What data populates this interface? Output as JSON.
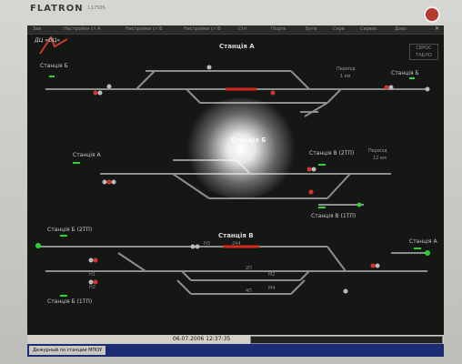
{
  "monitor": {
    "brand": "FLATRON",
    "model": "L1750S"
  },
  "menu": [
    "Зав",
    "Настройки ст А",
    "Настройки ст Б",
    "Настройки ст В",
    "Ctrl",
    "Подтв",
    "Бути",
    "Серв",
    "Сервис",
    "Дово"
  ],
  "logo_text": "ДЦ «ОЦ»",
  "tablo": "СБРОС ТАБЛО",
  "stations": {
    "a_title": "Станція А",
    "b_title": "Станція Б",
    "v_title": "Станція В"
  },
  "labels": {
    "to_b_top": "Станція Б",
    "crossing_top": "Переїзд",
    "crossing_top_km": "1 км",
    "to_b_right": "Станція Б",
    "to_a_mid": "Станція А",
    "to_v_2tp": "Станція В (2ТП)",
    "crossing_mid": "Переїзд",
    "crossing_mid_km": "12 км",
    "to_v_1tp": "Станція В (1ТП)",
    "to_b_2tp": "Станція Б (2ТП)",
    "to_a_bottom": "Станція А",
    "to_b_1tp": "Станція Б (1ТП)"
  },
  "track_marks": {
    "t2": "2П",
    "t4": "4П",
    "m2": "M2",
    "m4": "M4",
    "n1": "Н1",
    "n2": "Н2",
    "n3": "Н3",
    "k244": "244"
  },
  "status": {
    "datetime": "06.07.2006 12:37:35",
    "task": "Дежурный по станции МПОУ"
  },
  "colors": {
    "track": "#8c8e8c",
    "occupied": "#d42a1e",
    "signal_green": "#2ecf3a",
    "signal_red": "#d6362a"
  }
}
